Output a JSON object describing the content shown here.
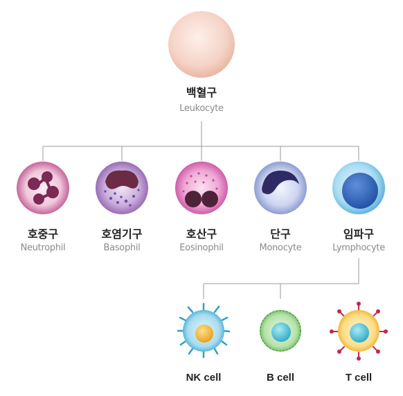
{
  "root": {
    "ko": "백혈구",
    "en": "Leukocyte"
  },
  "cells": [
    {
      "ko": "호중구",
      "en": "Neutrophil",
      "icon": "neutrophil-icon"
    },
    {
      "ko": "호염기구",
      "en": "Basophil",
      "icon": "basophil-icon"
    },
    {
      "ko": "호산구",
      "en": "Eosinophil",
      "icon": "eosinophil-icon"
    },
    {
      "ko": "단구",
      "en": "Monocyte",
      "icon": "monocyte-icon"
    },
    {
      "ko": "임파구",
      "en": "Lymphocyte",
      "icon": "lymphocyte-icon"
    }
  ],
  "lymphocyte_types": [
    {
      "label": "NK cell",
      "icon": "nk-cell-icon"
    },
    {
      "label": "B cell",
      "icon": "b-cell-icon"
    },
    {
      "label": "T cell",
      "icon": "t-cell-icon"
    }
  ],
  "colors": {
    "connector": "#9a9a9a",
    "leukocyte": "#f3cdbf",
    "neutrophil": "#b84a86",
    "basophil": "#8a5aa8",
    "eosinophil": "#d66ab0",
    "monocyte": "#8fa0d8",
    "lymphocyte": "#76c3e6",
    "nk_cell": "#3aa6cf",
    "b_cell": "#6fbf5f",
    "t_cell": "#f2bb3a"
  }
}
